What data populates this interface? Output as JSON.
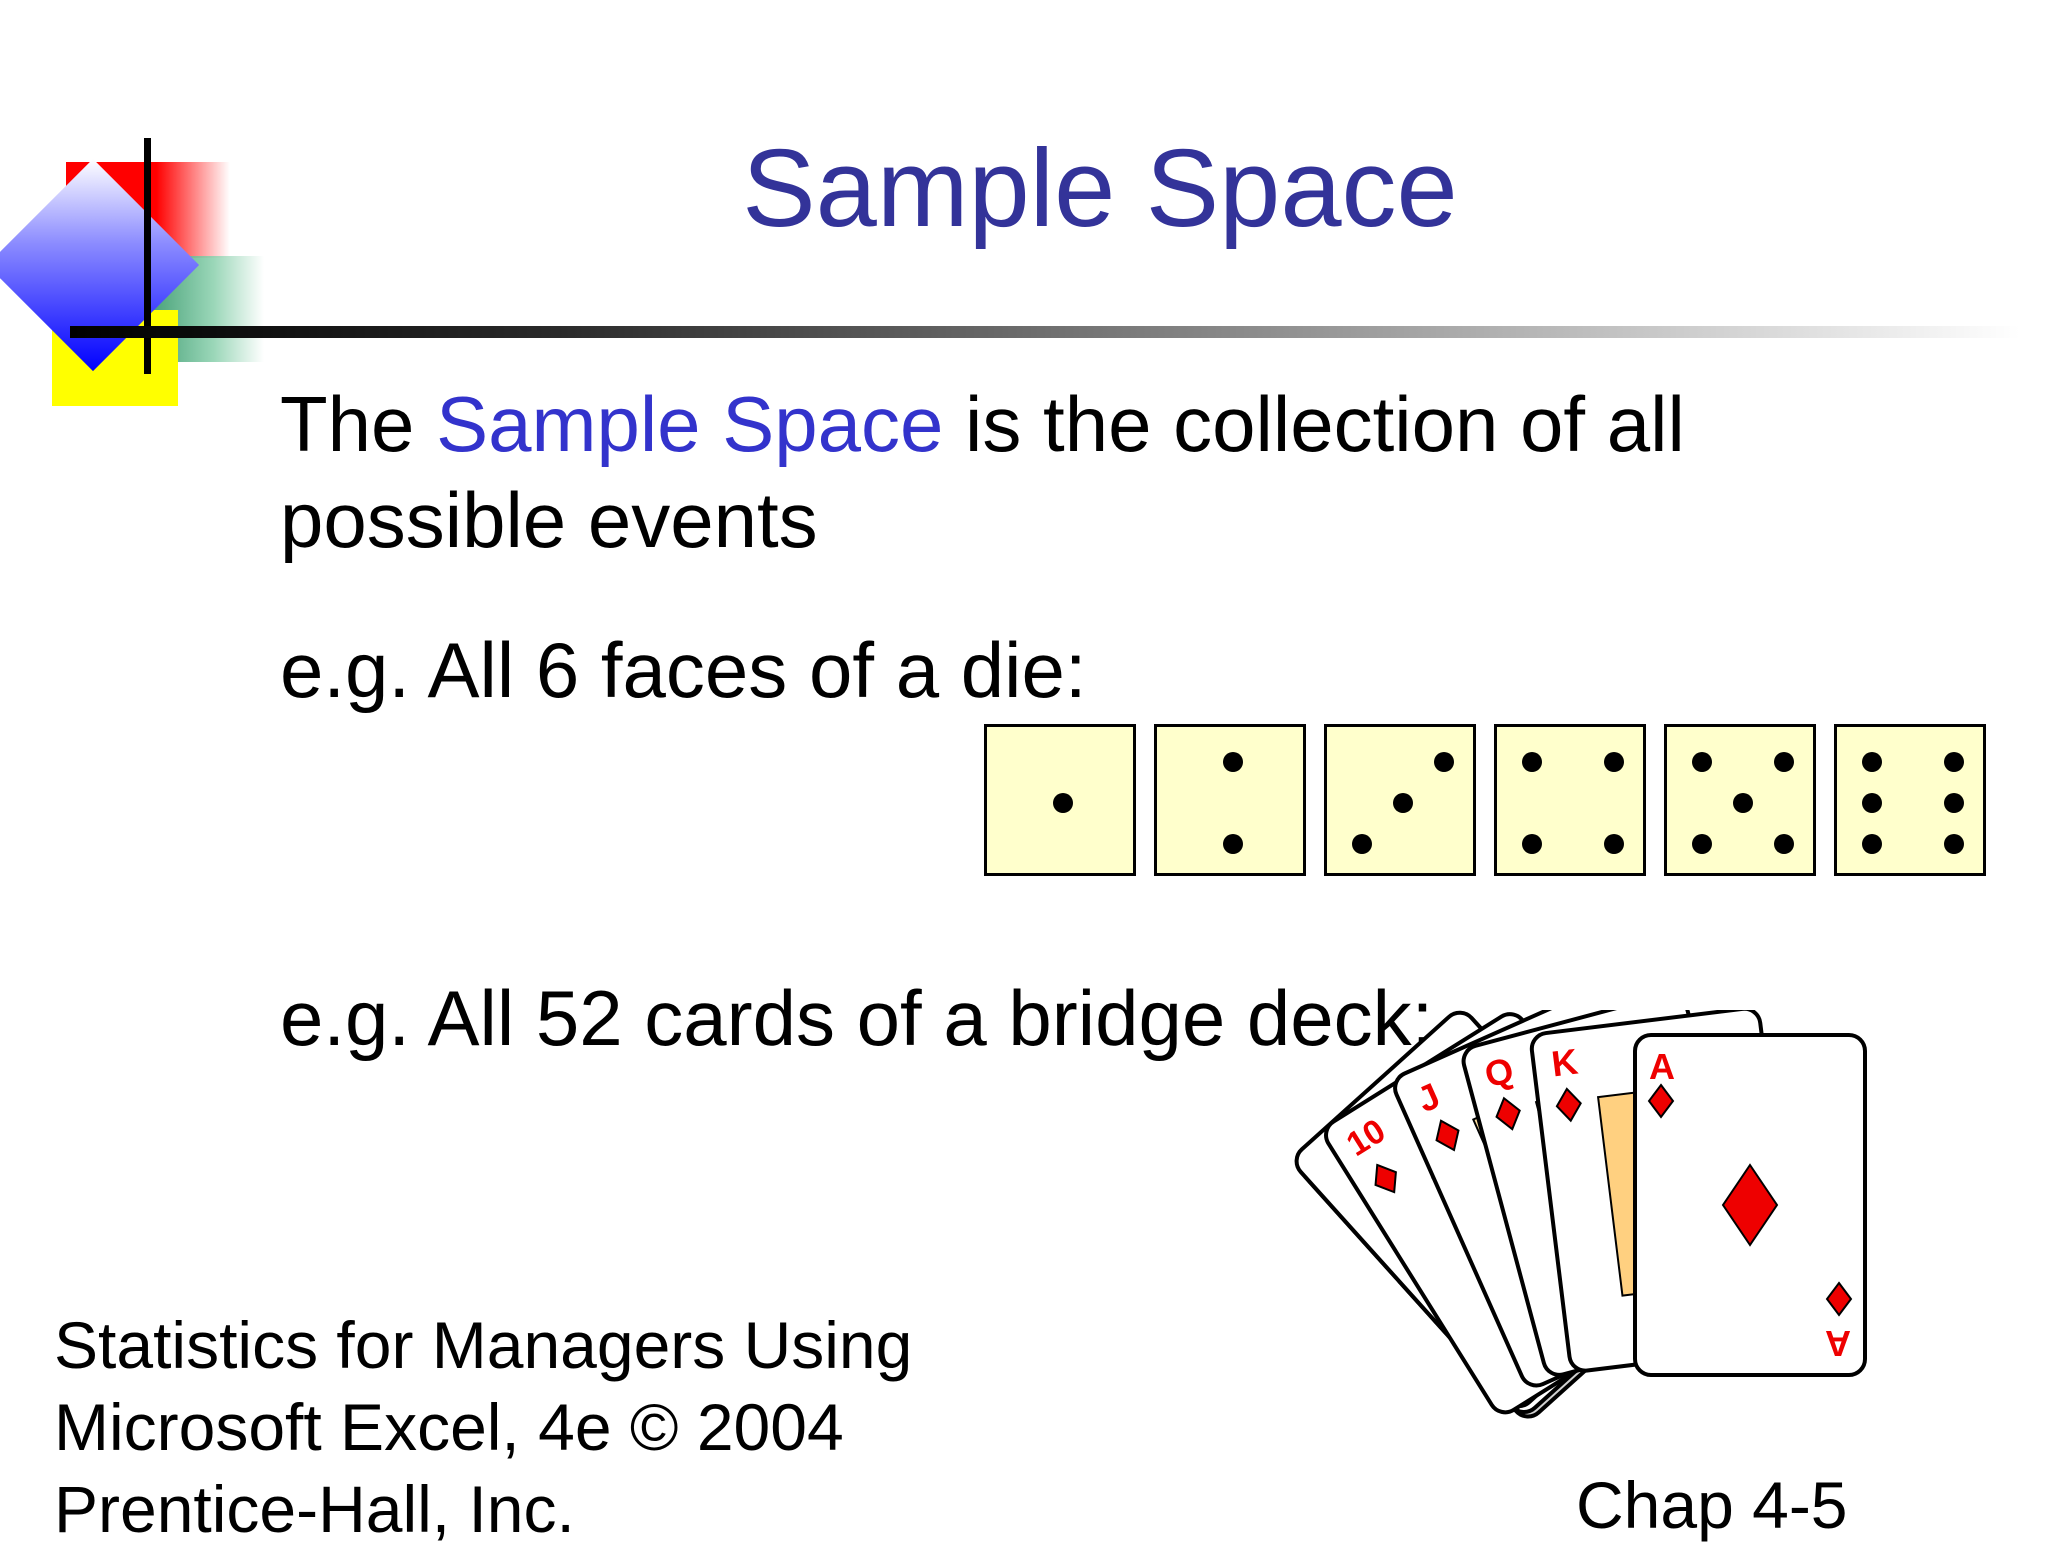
{
  "slide": {
    "title": "Sample Space",
    "intro": {
      "before": "The ",
      "highlight": "Sample Space",
      "after": " is the collection of all",
      "line2": "possible events"
    },
    "dice_example": "e.g. All 6 faces of a die:",
    "cards_example": "e.g. All 52 cards of a bridge deck:",
    "dice_faces": [
      1,
      2,
      3,
      4,
      5,
      6
    ],
    "card_ranks": [
      "10",
      "J",
      "Q",
      "K",
      "A"
    ],
    "footer": {
      "line1": "Statistics for Managers Using",
      "line2": "Microsoft Excel, 4e © 2004",
      "line3": "Prentice-Hall, Inc."
    },
    "chapter": "Chap 4-5"
  },
  "colors": {
    "title": "#333399",
    "highlight": "#3333cc",
    "die_fill": "#ffffcc",
    "card_red": "#ee0000"
  },
  "icons": [
    "logo-decoration",
    "die-face-icon",
    "playing-cards-icon"
  ]
}
